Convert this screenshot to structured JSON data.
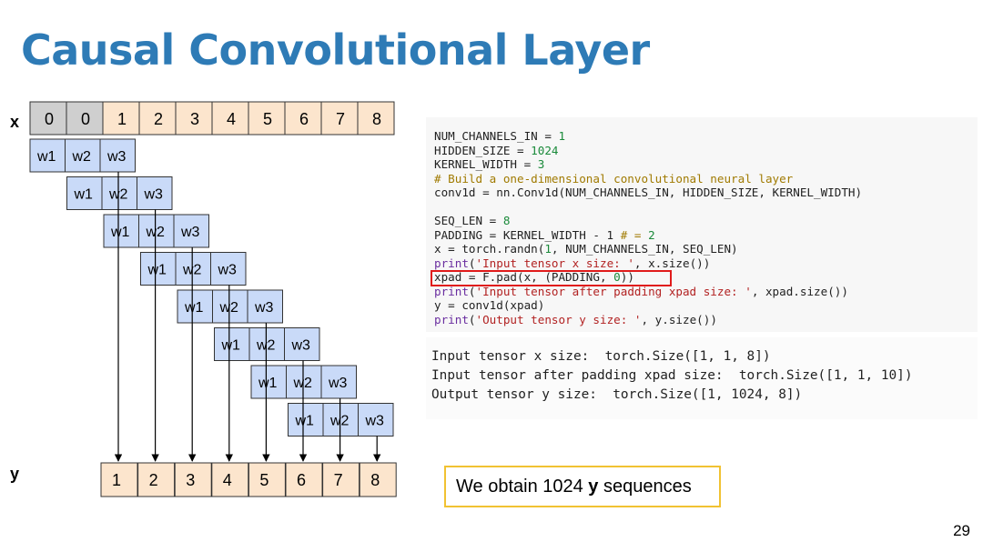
{
  "slide": {
    "title": "Causal Convolutional Layer",
    "page_number": "29"
  },
  "diagram": {
    "x_label": "x",
    "y_label": "y",
    "x_cells": [
      "0",
      "0",
      "1",
      "2",
      "3",
      "4",
      "5",
      "6",
      "7",
      "8"
    ],
    "padding_count": 2,
    "kernel_labels": [
      "w1",
      "w2",
      "w3"
    ],
    "y_cells": [
      "1",
      "2",
      "3",
      "4",
      "5",
      "6",
      "7",
      "8"
    ],
    "colors": {
      "pad": "#cfcfcf",
      "input": "#fce5cd",
      "kernel": "#c9daf8",
      "output": "#fce5cd",
      "title": "#2e7bb6",
      "highlight": "#e01b1b",
      "note_border": "#f1c232"
    }
  },
  "code": {
    "lines": [
      "NUM_CHANNELS_IN = 1",
      "HIDDEN_SIZE = 1024",
      "KERNEL_WIDTH = 3",
      "# Build a one-dimensional convolutional neural layer",
      "conv1d = nn.Conv1d(NUM_CHANNELS_IN, HIDDEN_SIZE, KERNEL_WIDTH)",
      "",
      "SEQ_LEN = 8",
      "PADDING = KERNEL_WIDTH - 1 # = 2",
      "x = torch.randn(1, NUM_CHANNELS_IN, SEQ_LEN)",
      "print('Input tensor x size: ', x.size())",
      "xpad = F.pad(x, (PADDING, 0))",
      "print('Input tensor after padding xpad size: ', xpad.size())",
      "y = conv1d(xpad)",
      "print('Output tensor y size: ', y.size())"
    ],
    "highlighted_line": "xpad = F.pad(x, (PADDING, 0))"
  },
  "output": {
    "lines": [
      "Input tensor x size:  torch.Size([1, 1, 8])",
      "Input tensor after padding xpad size:  torch.Size([1, 1, 10])",
      "Output tensor y size:  torch.Size([1, 1024, 8])"
    ]
  },
  "note": {
    "prefix": "We obtain 1024 ",
    "bold": "y",
    "suffix": " sequences"
  }
}
